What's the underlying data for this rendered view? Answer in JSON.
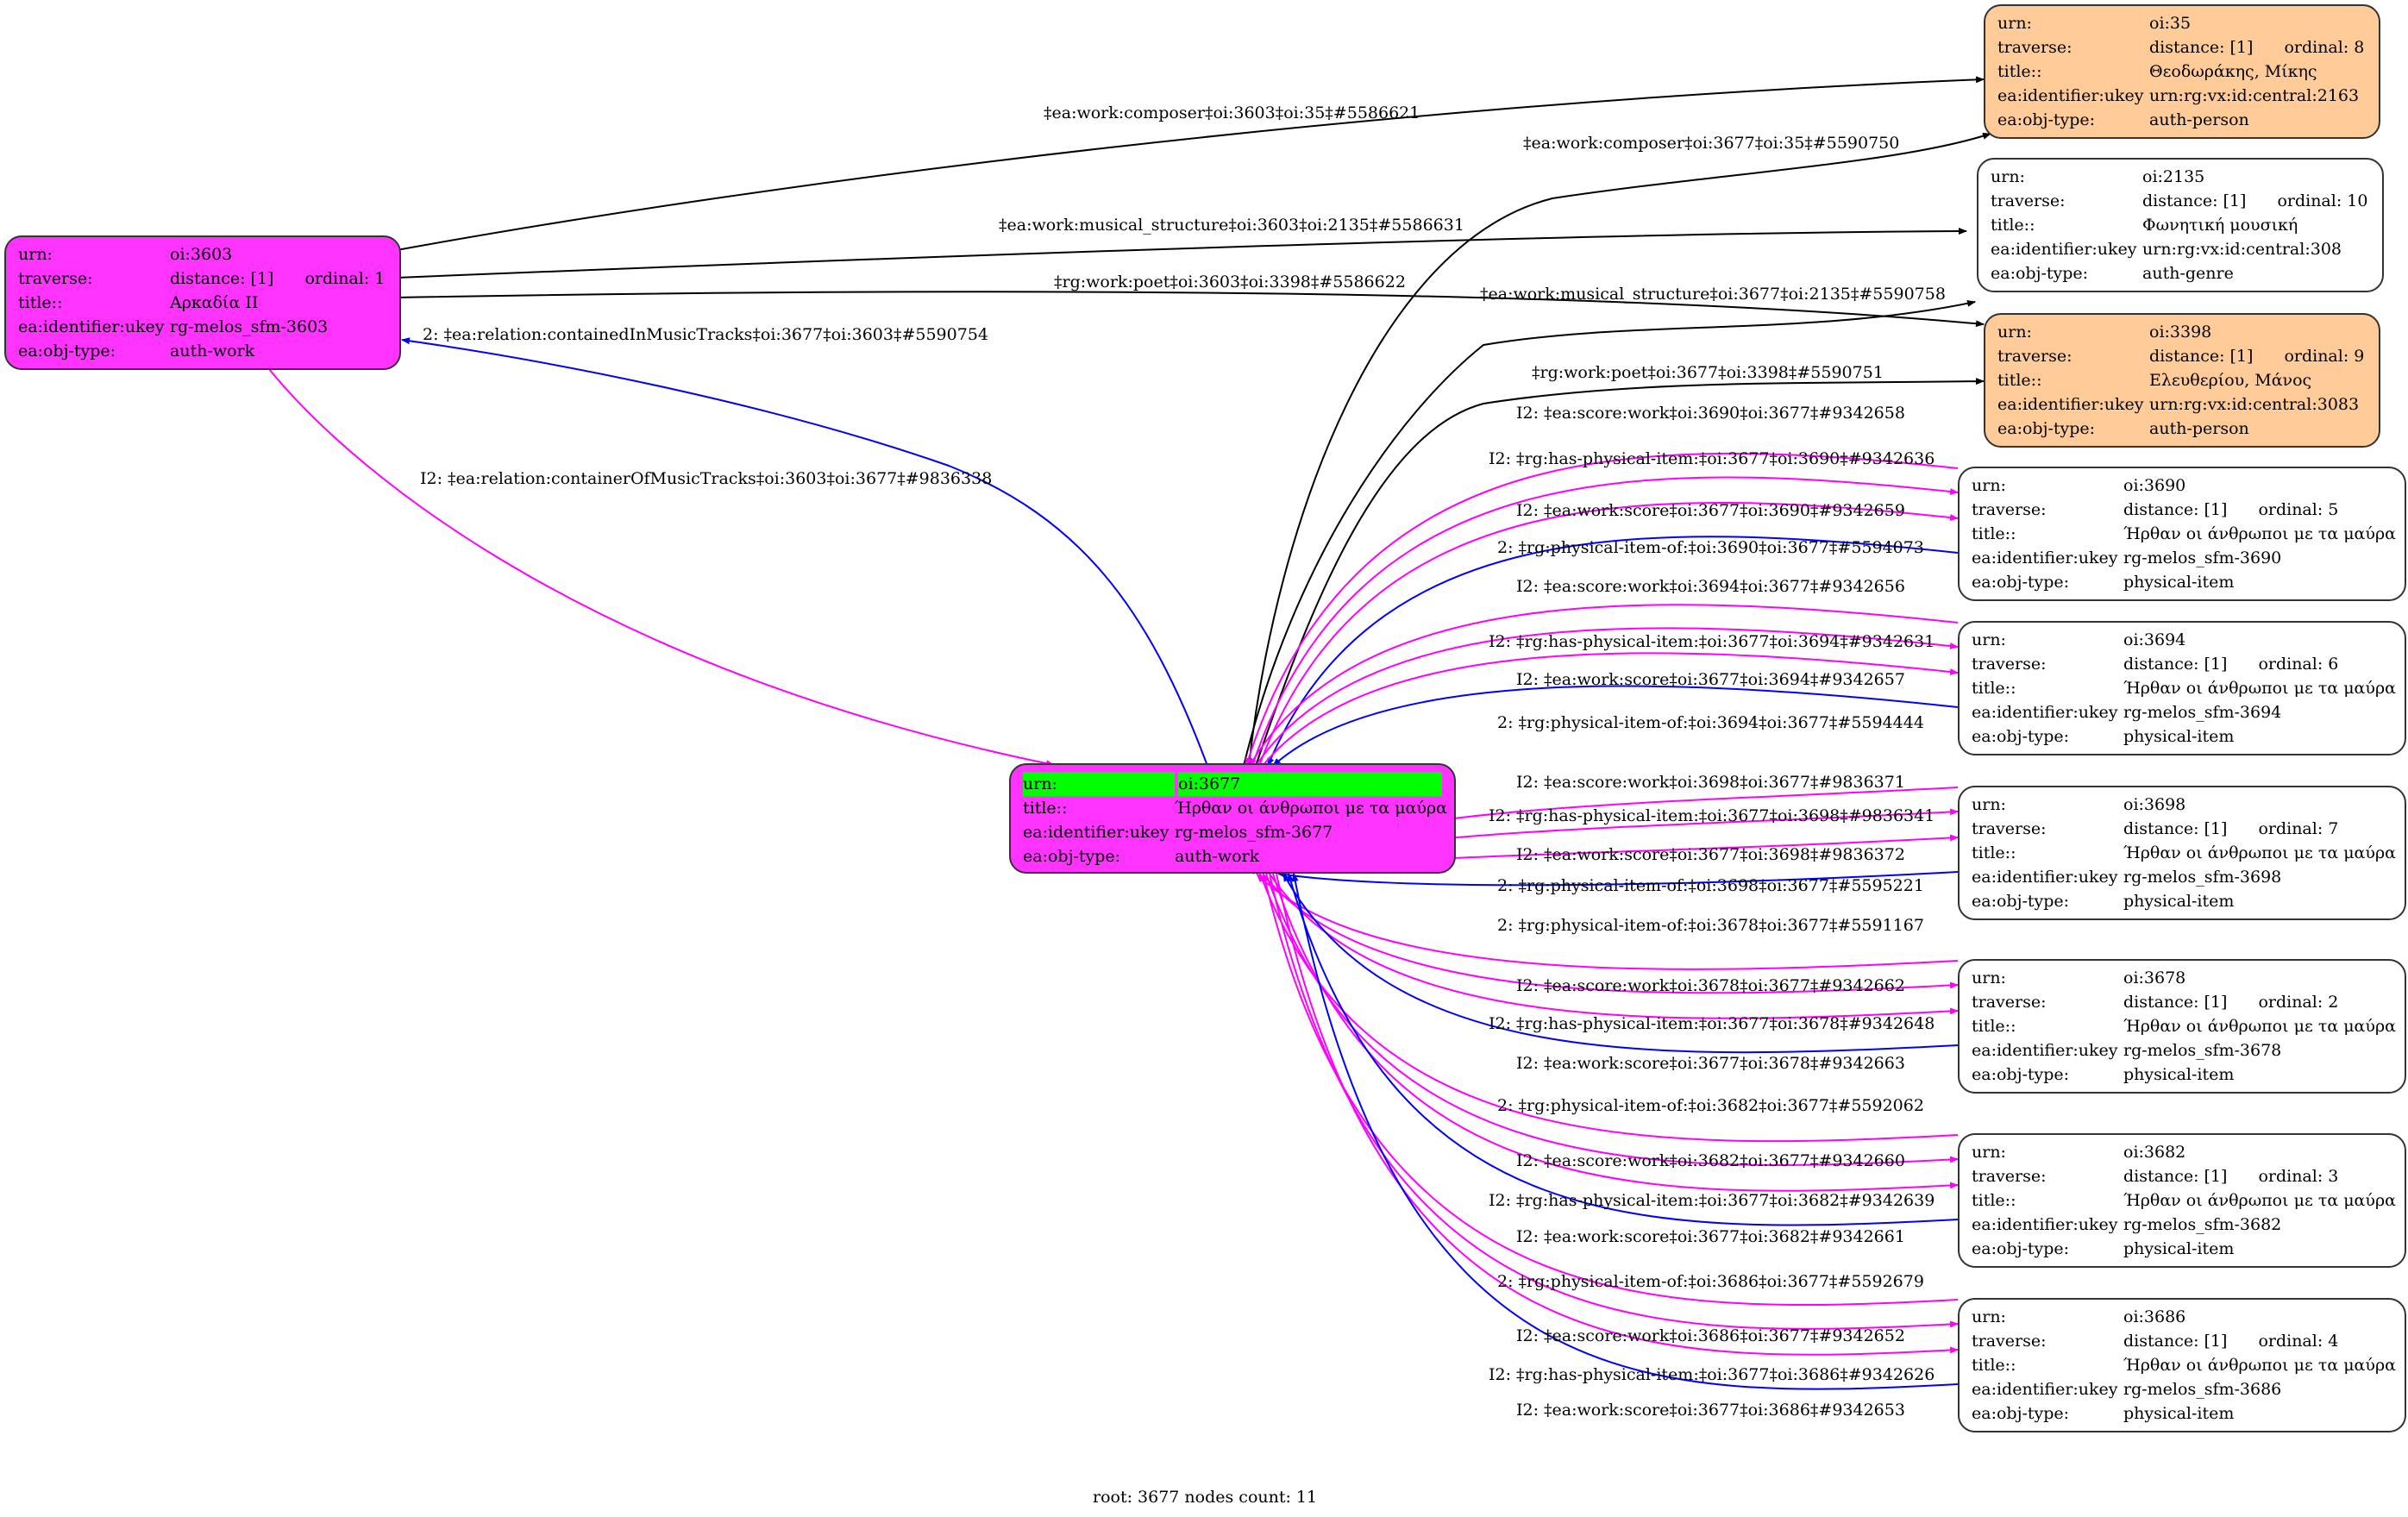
{
  "colors": {
    "work": "#ff33ff",
    "person": "#ffcc99",
    "root_highlight": "#00ff00",
    "edge_black": "#000000",
    "edge_blue": "#0000ff",
    "edge_magenta": "#ff00ff"
  },
  "footer": "root: 3677 nodes count: 11",
  "keys": {
    "urn": "urn:",
    "traverse": "traverse:",
    "title": "title::",
    "ukey": "ea:identifier:ukey",
    "type": "ea:obj-type:"
  },
  "nodes": {
    "n3603": {
      "urn": "oi:3603",
      "distance": "distance: [1]",
      "ordinal": "ordinal: 1",
      "title": "Αρκαδία II",
      "ukey": "rg-melos_sfm-3603",
      "type": "auth-work"
    },
    "n3677": {
      "urn": "oi:3677",
      "title": "Ήρθαν οι άνθρωποι με τα μαύρα",
      "ukey": "rg-melos_sfm-3677",
      "type": "auth-work"
    },
    "n35": {
      "urn": "oi:35",
      "distance": "distance: [1]",
      "ordinal": "ordinal: 8",
      "title": "Θεοδωράκης, Μίκης",
      "ukey": "urn:rg:vx:id:central:2163",
      "type": "auth-person"
    },
    "n2135": {
      "urn": "oi:2135",
      "distance": "distance: [1]",
      "ordinal": "ordinal: 10",
      "title": "Φωνητική μουσική",
      "ukey": "urn:rg:vx:id:central:308",
      "type": "auth-genre"
    },
    "n3398": {
      "urn": "oi:3398",
      "distance": "distance: [1]",
      "ordinal": "ordinal: 9",
      "title": "Ελευθερίου, Μάνος",
      "ukey": "urn:rg:vx:id:central:3083",
      "type": "auth-person"
    },
    "n3690": {
      "urn": "oi:3690",
      "distance": "distance: [1]",
      "ordinal": "ordinal: 5",
      "title": "Ήρθαν οι άνθρωποι με τα μαύρα",
      "ukey": "rg-melos_sfm-3690",
      "type": "physical-item"
    },
    "n3694": {
      "urn": "oi:3694",
      "distance": "distance: [1]",
      "ordinal": "ordinal: 6",
      "title": "Ήρθαν οι άνθρωποι με τα μαύρα",
      "ukey": "rg-melos_sfm-3694",
      "type": "physical-item"
    },
    "n3698": {
      "urn": "oi:3698",
      "distance": "distance: [1]",
      "ordinal": "ordinal: 7",
      "title": "Ήρθαν οι άνθρωποι με τα μαύρα",
      "ukey": "rg-melos_sfm-3698",
      "type": "physical-item"
    },
    "n3678": {
      "urn": "oi:3678",
      "distance": "distance: [1]",
      "ordinal": "ordinal: 2",
      "title": "Ήρθαν οι άνθρωποι με τα μαύρα",
      "ukey": "rg-melos_sfm-3678",
      "type": "physical-item"
    },
    "n3682": {
      "urn": "oi:3682",
      "distance": "distance: [1]",
      "ordinal": "ordinal: 3",
      "title": "Ήρθαν οι άνθρωποι με τα μαύρα",
      "ukey": "rg-melos_sfm-3682",
      "type": "physical-item"
    },
    "n3686": {
      "urn": "oi:3686",
      "distance": "distance: [1]",
      "ordinal": "ordinal: 4",
      "title": "Ήρθαν οι άνθρωποι με τα μαύρα",
      "ukey": "rg-melos_sfm-3686",
      "type": "physical-item"
    }
  },
  "edges": [
    {
      "label": "‡ea:work:composer‡oi:3603‡oi:35‡#5586621",
      "color": "black"
    },
    {
      "label": "‡ea:work:musical_structure‡oi:3603‡oi:2135‡#5586631",
      "color": "black"
    },
    {
      "label": "‡rg:work:poet‡oi:3603‡oi:3398‡#5586622",
      "color": "black"
    },
    {
      "label": "2: ‡ea:relation:containedInMusicTracks‡oi:3677‡oi:3603‡#5590754",
      "color": "blue"
    },
    {
      "label": "I2: ‡ea:relation:containerOfMusicTracks‡oi:3603‡oi:3677‡#9836338",
      "color": "magenta"
    },
    {
      "label": "‡ea:work:composer‡oi:3677‡oi:35‡#5590750",
      "color": "black"
    },
    {
      "label": "‡ea:work:musical_structure‡oi:3677‡oi:2135‡#5590758",
      "color": "black"
    },
    {
      "label": "‡rg:work:poet‡oi:3677‡oi:3398‡#5590751",
      "color": "black"
    },
    {
      "label": "I2: ‡ea:score:work‡oi:3690‡oi:3677‡#9342658",
      "color": "magenta"
    },
    {
      "label": "I2: ‡rg:has-physical-item:‡oi:3677‡oi:3690‡#9342636",
      "color": "magenta"
    },
    {
      "label": "I2: ‡ea:work:score‡oi:3677‡oi:3690‡#9342659",
      "color": "magenta"
    },
    {
      "label": "2: ‡rg:physical-item-of:‡oi:3690‡oi:3677‡#5594073",
      "color": "blue"
    },
    {
      "label": "I2: ‡ea:score:work‡oi:3694‡oi:3677‡#9342656",
      "color": "magenta"
    },
    {
      "label": "I2: ‡rg:has-physical-item:‡oi:3677‡oi:3694‡#9342631",
      "color": "magenta"
    },
    {
      "label": "I2: ‡ea:work:score‡oi:3677‡oi:3694‡#9342657",
      "color": "magenta"
    },
    {
      "label": "2: ‡rg:physical-item-of:‡oi:3694‡oi:3677‡#5594444",
      "color": "blue"
    },
    {
      "label": "I2: ‡ea:score:work‡oi:3698‡oi:3677‡#9836371",
      "color": "magenta"
    },
    {
      "label": "I2: ‡rg:has-physical-item:‡oi:3677‡oi:3698‡#9836341",
      "color": "magenta"
    },
    {
      "label": "I2: ‡ea:work:score‡oi:3677‡oi:3698‡#9836372",
      "color": "magenta"
    },
    {
      "label": "2: ‡rg:physical-item-of:‡oi:3698‡oi:3677‡#5595221",
      "color": "blue"
    },
    {
      "label": "2: ‡rg:physical-item-of:‡oi:3678‡oi:3677‡#5591167",
      "color": "blue"
    },
    {
      "label": "I2: ‡ea:score:work‡oi:3678‡oi:3677‡#9342662",
      "color": "magenta"
    },
    {
      "label": "I2: ‡rg:has-physical-item:‡oi:3677‡oi:3678‡#9342648",
      "color": "magenta"
    },
    {
      "label": "I2: ‡ea:work:score‡oi:3677‡oi:3678‡#9342663",
      "color": "magenta"
    },
    {
      "label": "2: ‡rg:physical-item-of:‡oi:3682‡oi:3677‡#5592062",
      "color": "blue"
    },
    {
      "label": "I2: ‡ea:score:work‡oi:3682‡oi:3677‡#9342660",
      "color": "magenta"
    },
    {
      "label": "I2: ‡rg:has-physical-item:‡oi:3677‡oi:3682‡#9342639",
      "color": "magenta"
    },
    {
      "label": "I2: ‡ea:work:score‡oi:3677‡oi:3682‡#9342661",
      "color": "magenta"
    },
    {
      "label": "2: ‡rg:physical-item-of:‡oi:3686‡oi:3677‡#5592679",
      "color": "blue"
    },
    {
      "label": "I2: ‡ea:score:work‡oi:3686‡oi:3677‡#9342652",
      "color": "magenta"
    },
    {
      "label": "I2: ‡rg:has-physical-item:‡oi:3677‡oi:3686‡#9342626",
      "color": "magenta"
    },
    {
      "label": "I2: ‡ea:work:score‡oi:3677‡oi:3686‡#9342653",
      "color": "magenta"
    }
  ]
}
